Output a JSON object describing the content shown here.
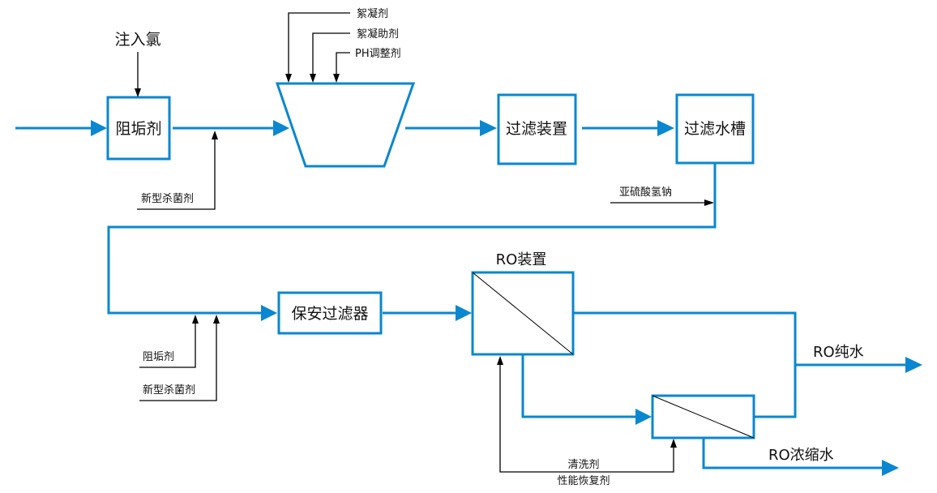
{
  "diagram": {
    "colors": {
      "pipe": "#0a87d0",
      "feed": "#000000"
    },
    "units": {
      "antiscalant_box": "阻垢剂",
      "coagulation_tank": "",
      "filter_unit": "过滤装置",
      "filtered_water_tank": "过滤水槽",
      "security_filter": "保安过滤器",
      "ro_unit": "RO装置"
    },
    "inputs": {
      "chlorine": "注入氯",
      "biocide_1": "新型杀菌剂",
      "flocculant": "絮凝剂",
      "flocculant_aid": "絮凝助剂",
      "ph_adjuster": "PH调整剂",
      "sodium_bisulfite": "亚硫酸氢钠",
      "antiscalant_2": "阻垢剂",
      "biocide_2": "新型杀菌剂",
      "cleaning_agent": "清洗剂",
      "performance_restorer": "性能恢复剂"
    },
    "outputs": {
      "pure_water": "RO纯水",
      "concentrate": "RO浓缩水"
    }
  }
}
